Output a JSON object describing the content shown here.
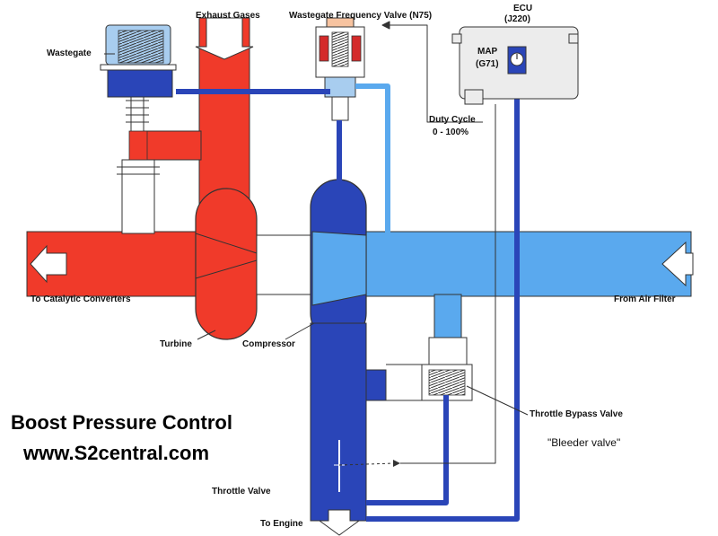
{
  "labels": {
    "exhaust_gases": "Exhaust Gases",
    "wastegate_valve": "Wastegate Frequency Valve (N75)",
    "ecu": "ECU",
    "ecu_code": "(J220)",
    "wastegate": "Wastegate",
    "map": "MAP",
    "map_code": "(G71)",
    "duty_cycle": "Duty Cycle",
    "duty_range": "0 - 100%",
    "to_catalytic": "To Catalytic Converters",
    "from_air_filter": "From Air Filter",
    "turbine": "Turbine",
    "compressor": "Compressor",
    "throttle_bypass": "Throttle Bypass Valve",
    "bleeder": "\"Bleeder valve\"",
    "throttle_valve": "Throttle Valve",
    "to_engine": "To Engine"
  },
  "title": {
    "line1": "Boost Pressure Control",
    "line2": "www.S2central.com"
  },
  "colors": {
    "exhaust_red": "#f03a2a",
    "intake_light_blue": "#5aa9ee",
    "pressure_dark_blue": "#2a45b8",
    "ecu_grey": "#ececec"
  }
}
